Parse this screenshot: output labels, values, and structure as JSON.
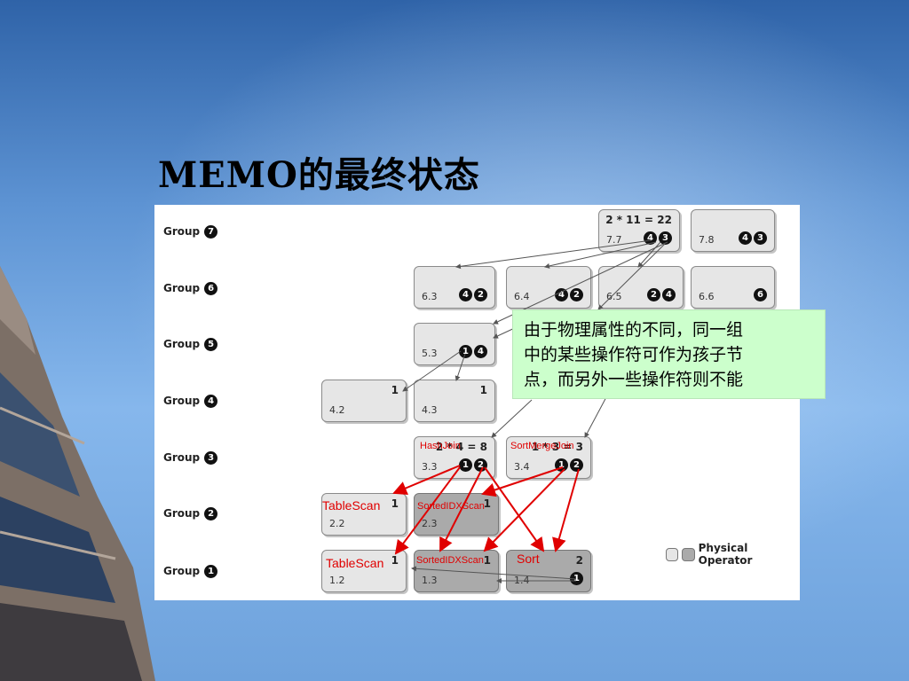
{
  "slide": {
    "title": "MEMO的最终状态",
    "note_lines": [
      "由于物理属性的不同，同一组",
      "中的某些操作符可作为孩子节",
      "点，而另外一些操作符则不能"
    ],
    "legend_label": "Physical Operator"
  },
  "diagram": {
    "groups": [
      {
        "label": "Group",
        "num": "7"
      },
      {
        "label": "Group",
        "num": "6"
      },
      {
        "label": "Group",
        "num": "5"
      },
      {
        "label": "Group",
        "num": "4"
      },
      {
        "label": "Group",
        "num": "3"
      },
      {
        "label": "Group",
        "num": "2"
      },
      {
        "label": "Group",
        "num": "1"
      }
    ],
    "boxes": {
      "b77": {
        "cost": "7.7",
        "head": "2 * 11 = 22",
        "children": [
          "4",
          "3"
        ]
      },
      "b78": {
        "cost": "7.8",
        "children": [
          "4",
          "3"
        ]
      },
      "b63": {
        "cost": "6.3",
        "children": [
          "4",
          "2"
        ]
      },
      "b64": {
        "cost": "6.4",
        "children": [
          "4",
          "2"
        ]
      },
      "b65": {
        "cost": "6.5",
        "children": [
          "2",
          "4"
        ]
      },
      "b66": {
        "cost": "6.6",
        "children": [
          "6"
        ]
      },
      "b53": {
        "cost": "5.3",
        "children": [
          "1",
          "4"
        ]
      },
      "b42": {
        "cost": "4.2",
        "head": "1"
      },
      "b43": {
        "cost": "4.3",
        "head": "1"
      },
      "b33": {
        "cost": "3.3",
        "head": "2 * 4 = 8",
        "children": [
          "1",
          "2"
        ]
      },
      "b34": {
        "cost": "3.4",
        "head": "1 * 3 = 3",
        "children": [
          "1",
          "2"
        ]
      },
      "b22": {
        "cost": "2.2",
        "head": "1"
      },
      "b23": {
        "cost": "2.3",
        "head": "1"
      },
      "b12": {
        "cost": "1.2",
        "head": "1"
      },
      "b13": {
        "cost": "1.3",
        "head": "1"
      },
      "b14": {
        "cost": "1.4",
        "head": "2",
        "children": [
          "1"
        ]
      }
    },
    "operators": {
      "hash_join": "HashJoin",
      "sort_merge_join": "SortMergeJoin",
      "table_scan_2": "TableScan",
      "sorted_idx_scan_2": "SortedIDXScan",
      "table_scan_1": "TableScan",
      "sorted_idx_scan_1": "SortedIDXScan",
      "sort": "Sort"
    },
    "colors": {
      "annotation_red": "#e00000",
      "note_bg": "#ccffcc",
      "physical_operator_fill": "#aaaaaa"
    }
  }
}
